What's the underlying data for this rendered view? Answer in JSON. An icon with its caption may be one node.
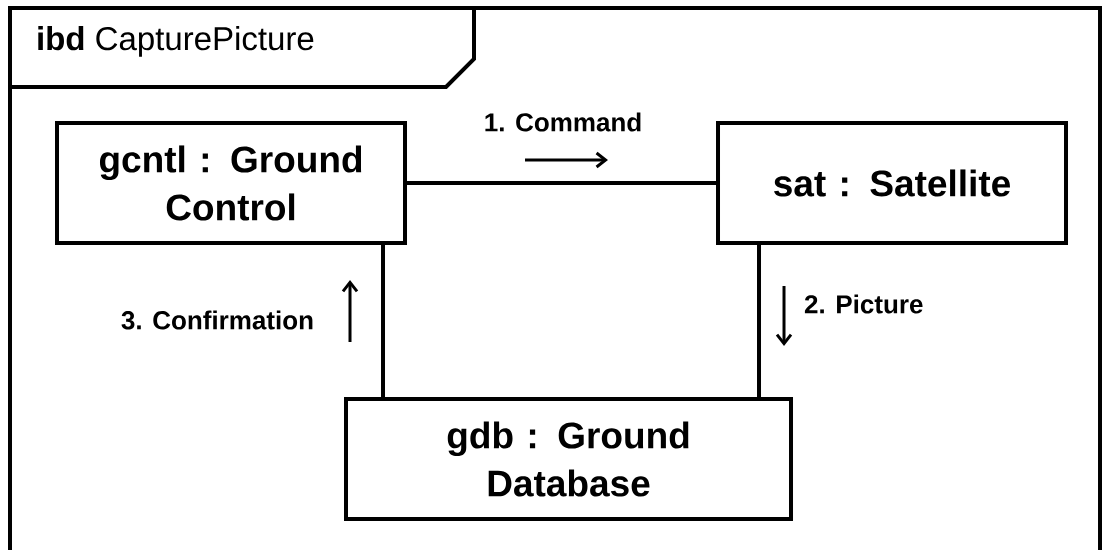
{
  "diagram": {
    "nodes": [
      {
        "text": [
          "**ibd** CapturePicture"
        ]
      },
      {
        "text": [
          "gcntl : Ground Control"
        ],
        "in": 0
      },
      {
        "text": [
          "sat : Satellite"
        ],
        "in": 0
      },
      {
        "text": [
          "gdb : Ground Database"
        ],
        "in": 0
      }
    ],
    "edges": [
      {
        "from": 1,
        "to": 2,
        "arrow": "none",
        "label": "1. Command"
      },
      {
        "from": 2,
        "to": 3,
        "arrow": "none",
        "label": "2. Picture"
      },
      {
        "from": 3,
        "to": 1,
        "arrow": "none",
        "label": "3. Confirmation"
      }
    ]
  }
}
